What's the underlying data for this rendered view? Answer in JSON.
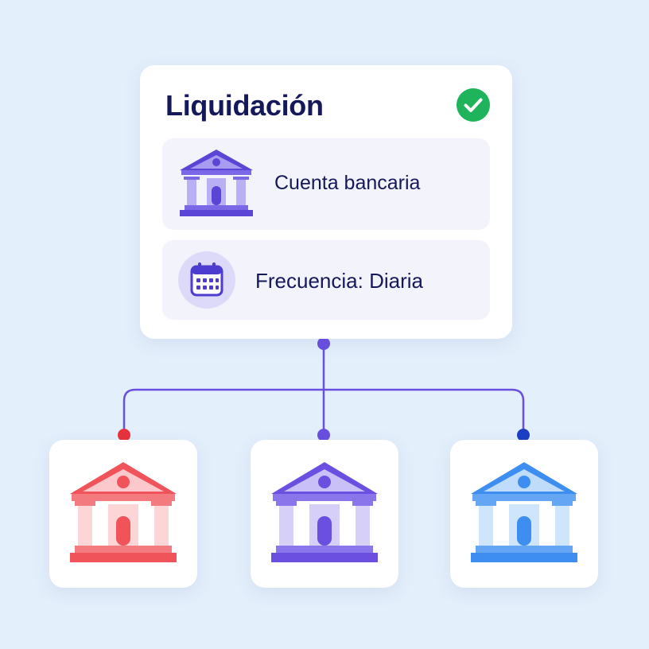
{
  "card": {
    "title": "Liquidación",
    "status_icon": "check-circle-icon",
    "items": [
      {
        "icon": "bank-icon",
        "label": "Cuenta bancaria"
      },
      {
        "icon": "calendar-icon",
        "label": "Frecuencia: Diaria"
      }
    ]
  },
  "colors": {
    "background": "#e3effb",
    "title": "#15185a",
    "check": "#1fb35b",
    "connector": "#6a4fe0",
    "bank_red": "#f0545a",
    "bank_purple": "#6a4fe0",
    "bank_blue": "#3d8ef0"
  },
  "destinations": [
    {
      "icon": "bank-icon",
      "color": "red"
    },
    {
      "icon": "bank-icon",
      "color": "purple"
    },
    {
      "icon": "bank-icon",
      "color": "blue"
    }
  ]
}
